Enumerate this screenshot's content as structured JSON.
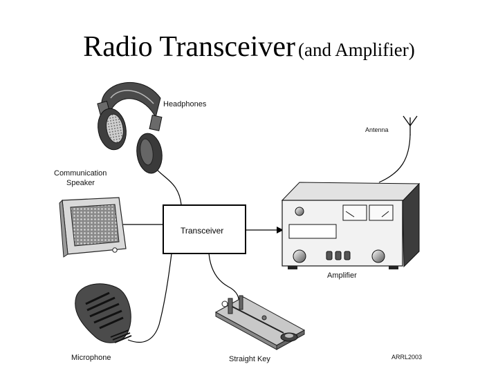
{
  "title": {
    "main": "Radio Transceiver",
    "sub": "(and Amplifier)"
  },
  "labels": {
    "headphones": "Headphones",
    "antenna": "Antenna",
    "speaker_line1": "Communication",
    "speaker_line2": "Speaker",
    "transceiver": "Transceiver",
    "amplifier": "Amplifier",
    "microphone": "Microphone",
    "straight_key": "Straight Key",
    "credit": "ARRL2003"
  },
  "icons": [
    "headphones-icon",
    "antenna-icon",
    "speaker-icon",
    "amplifier-icon",
    "microphone-icon",
    "straight-key-icon"
  ]
}
